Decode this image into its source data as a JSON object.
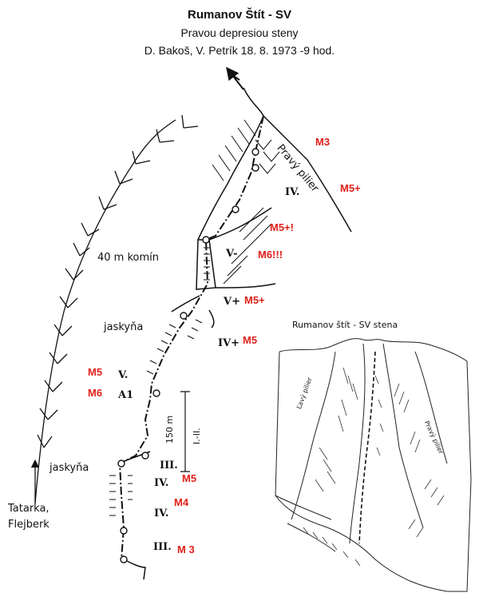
{
  "header": {
    "title": "Rumanov Štít - SV",
    "subtitle": "Pravou depresiou steny",
    "credits": "D. Bakoš, V. Petrík 18. 8. 1973 -9 hod."
  },
  "topo_labels": {
    "pravy_pilier": "Pravý pilier",
    "komin": "40 m komín",
    "jaskyna_upper": "jaskyňa",
    "jaskyna_lower": "jaskyňa",
    "approach": "Tatarka,\nFlejberk",
    "pitch_length": "150 m",
    "pitch_grade": "I.-II."
  },
  "grades": {
    "g_iv_top": "IV.",
    "g_v_komin": "V-",
    "g_vplus": "V+",
    "g_ivplus": "IV+",
    "g_v": "V.",
    "g_a1": "A1",
    "g_iii_a": "III.",
    "g_iv_a": "IV.",
    "g_iv_b": "IV.",
    "g_iii_b": "III."
  },
  "mixed_grades": {
    "accent": "#e0201a",
    "m3": "M3",
    "m5plus": "M5+",
    "m5plus_excl": "M5+!",
    "m6excl": "M6!!!",
    "m5plus_mid": "M5+",
    "m5_mid": "M5",
    "m5_left": "M5",
    "m6_left": "M6",
    "m5_low": "M5",
    "m4": "M4",
    "m3_bottom": "M 3"
  },
  "sketch": {
    "title": "Rumanov štít - SV stena",
    "left_pillar": "Ľavý pilier",
    "right_pillar": "Pravý pilier"
  }
}
